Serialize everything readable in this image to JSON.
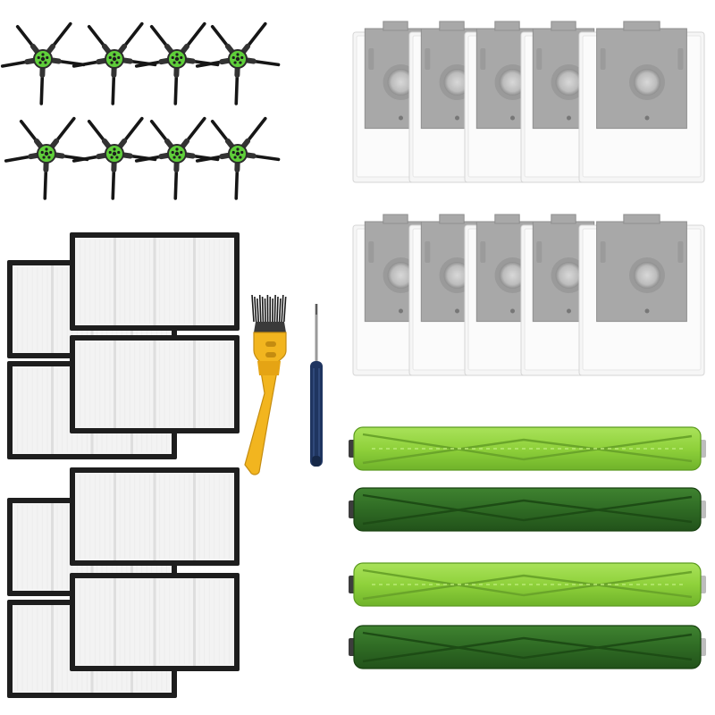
{
  "product_photo": {
    "kit_contents": {
      "side_brushes": 8,
      "dust_bags": 10,
      "hepa_filters": 8,
      "cleaning_brush_tools": 1,
      "screwdrivers": 1,
      "main_roller_brushes": 4
    },
    "icons": {
      "side_brush": "side-brush-icon",
      "dust_bag": "dust-bag-icon",
      "filter": "hepa-filter-icon",
      "cleaning_tool": "cleaning-brush-tool-icon",
      "screwdriver": "screwdriver-icon",
      "roller": "rubber-roller-icon"
    },
    "colors": {
      "background": "#ffffff",
      "brush_hub": "#5fcf3a",
      "brush_arm": "#161616",
      "bag_paper": "#f6f6f6",
      "bag_card": "#a8a8a8",
      "filter_frame": "#1e1e1e",
      "filter_media": "#f3f3f3",
      "tool_yellow": "#f2b51f",
      "screwdriver_handle": "#1f3560",
      "roller_light": "#8fd13b",
      "roller_dark": "#2f6b24"
    }
  }
}
